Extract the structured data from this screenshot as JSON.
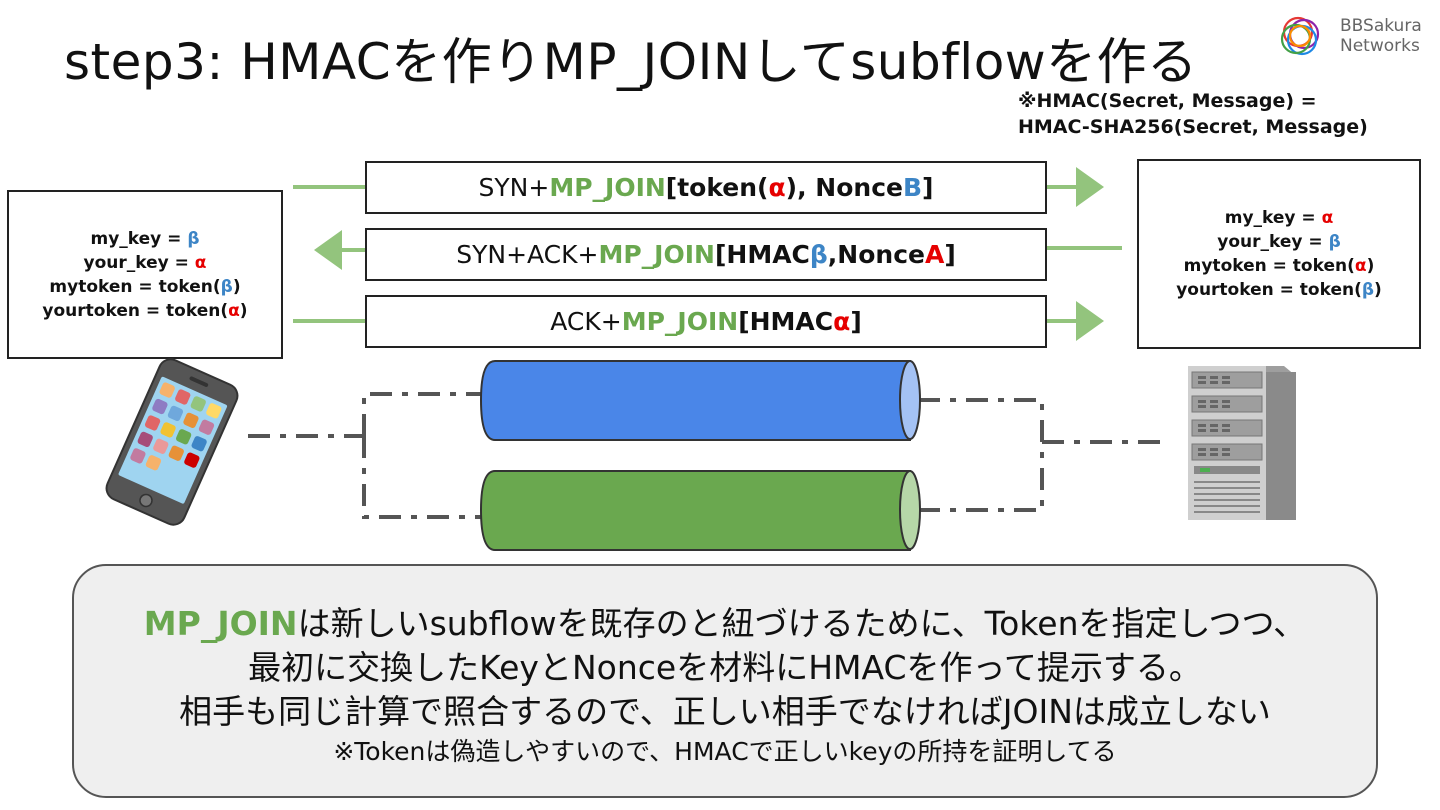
{
  "title": "step3: HMACを作りMP_JOINしてsubflowを作る",
  "logo": {
    "line1": "BBSakura",
    "line2": "Networks"
  },
  "hmac_note": {
    "line1": "※HMAC(Secret, Message) =",
    "line2": "HMAC-SHA256(Secret, Message)"
  },
  "left_box": {
    "l1_pre": "my_key = ",
    "l1_sym": "β",
    "l2_pre": "your_key = ",
    "l2_sym": "α",
    "l3_pre": "mytoken = token(",
    "l3_sym": "β",
    "l3_post": ")",
    "l4_pre": "yourtoken = token(",
    "l4_sym": "α",
    "l4_post": ")"
  },
  "right_box": {
    "l1_pre": "my_key = ",
    "l1_sym": "α",
    "l2_pre": "your_key = ",
    "l2_sym": "β",
    "l3_pre": "mytoken = token(",
    "l3_sym": "α",
    "l3_post": ")",
    "l4_pre": "yourtoken = token(",
    "l4_sym": "β",
    "l4_post": ")"
  },
  "messages": {
    "m1": {
      "prefix": "SYN+",
      "join": "MP_JOIN",
      "b1": "[token(",
      "sym1": "α",
      "b2": "), Nonce",
      "sym2": "B",
      "b3": "]"
    },
    "m2": {
      "prefix": "SYN+ACK+",
      "join": "MP_JOIN",
      "b1": "[HMAC",
      "sym1": "β",
      "b2": ",Nonce",
      "sym2": "A",
      "b3": "]"
    },
    "m3": {
      "prefix": "ACK+",
      "join": "MP_JOIN",
      "b1": "[HMAC",
      "sym1": "α",
      "b3": "]"
    }
  },
  "colors": {
    "arrow": "#93c47d",
    "pipe_blue": "#4a86e8",
    "pipe_green": "#6aa84f",
    "alpha": "#e60000",
    "beta": "#3d85c6",
    "join": "#6aa84f"
  },
  "bottom": {
    "join": "MP_JOIN",
    "line1_rest": "は新しいsubflowを既存のと紐づけるために、Tokenを指定しつつ、",
    "line2": "最初に交換したKeyとNonceを材料にHMACを作って提示する。",
    "line3": "相手も同じ計算で照合するので、正しい相手でなければJOINは成立しない",
    "line4": "※Tokenは偽造しやすいので、HMACで正しいkeyの所持を証明してる"
  },
  "icons": {
    "client": "smartphone-icon",
    "server": "server-icon",
    "logo": "bbsakura-logo-icon"
  }
}
